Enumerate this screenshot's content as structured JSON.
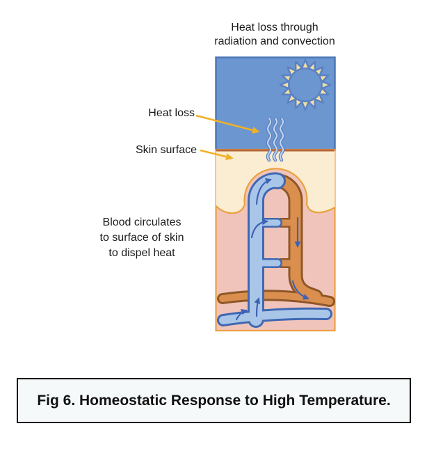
{
  "figure": {
    "title": "Heat loss through\nradiation and convection",
    "labels": {
      "heat_loss": "Heat loss",
      "skin_surface": "Skin surface",
      "blood_circulates": "Blood circulates\nto surface of skin\nto dispel heat"
    },
    "caption": "Fig 6. Homeostatic Response to High Temperature.",
    "icons": {
      "sun": "sun-icon",
      "heat_waves": "heat-waves-icon",
      "label_arrows": "label-arrow-icon",
      "flow_arrows": "flow-arrow-icon"
    },
    "colors": {
      "sky": "#6C96CF",
      "skyborder": "#4C77B6",
      "sunray": "#F3E1A0",
      "sunstroke": "#5C82C4",
      "cream": "#FBEDD2",
      "skinline": "#B4653A",
      "dermis": "#F1C4BB",
      "dermisborder": "#EDA03F",
      "creamedge": "#E9A13C",
      "vein": "#A9C6E8",
      "veinstroke": "#3E68B2",
      "artery": "#DB8F4F",
      "arterystroke": "#8F5728",
      "flowarrow": "#3D63B5",
      "labelarrow": "#F0B127",
      "wavefill": "#C3D6EF",
      "textcolor": "#1A1A1A",
      "captionbg": "#F6F9FA",
      "captionborder": "#0A0A0A"
    }
  }
}
